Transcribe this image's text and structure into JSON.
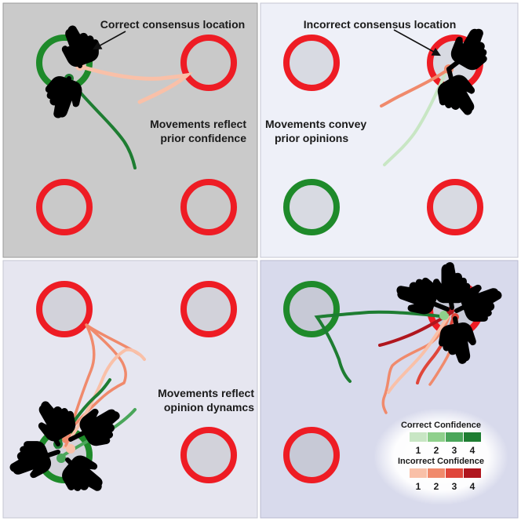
{
  "panels": {
    "tl": {
      "background": "#cacaca",
      "annotation": "Correct consensus location",
      "caption_line1": "Movements reflect",
      "caption_line2": "prior confidence"
    },
    "tr": {
      "background": "#eef0f8",
      "annotation": "Incorrect consensus location",
      "caption_line1": "Movements convey",
      "caption_line2": "prior opinions"
    },
    "bl": {
      "background": "#e6e6f0",
      "caption_line1": "Movements reflect",
      "caption_line2": "opinion dynamcs"
    },
    "br": {
      "background": "#d8daec"
    }
  },
  "legend": {
    "correct_title": "Correct Confidence",
    "incorrect_title": "Incorrect Confidence",
    "levels": [
      "1",
      "2",
      "3",
      "4"
    ],
    "correct_colors": [
      "#c8e6c4",
      "#8fd08c",
      "#4aa65a",
      "#1e7d32"
    ],
    "incorrect_colors": [
      "#f9c0a8",
      "#f08a6c",
      "#e0463a",
      "#b0161e"
    ]
  },
  "colors": {
    "correct_ring": "#1e8a2a",
    "incorrect_ring": "#ee1c24",
    "ring_fill": "#cbcbd3",
    "hand": "#000000"
  },
  "icons": [
    "hand-pointer-icon",
    "arrow-icon"
  ]
}
